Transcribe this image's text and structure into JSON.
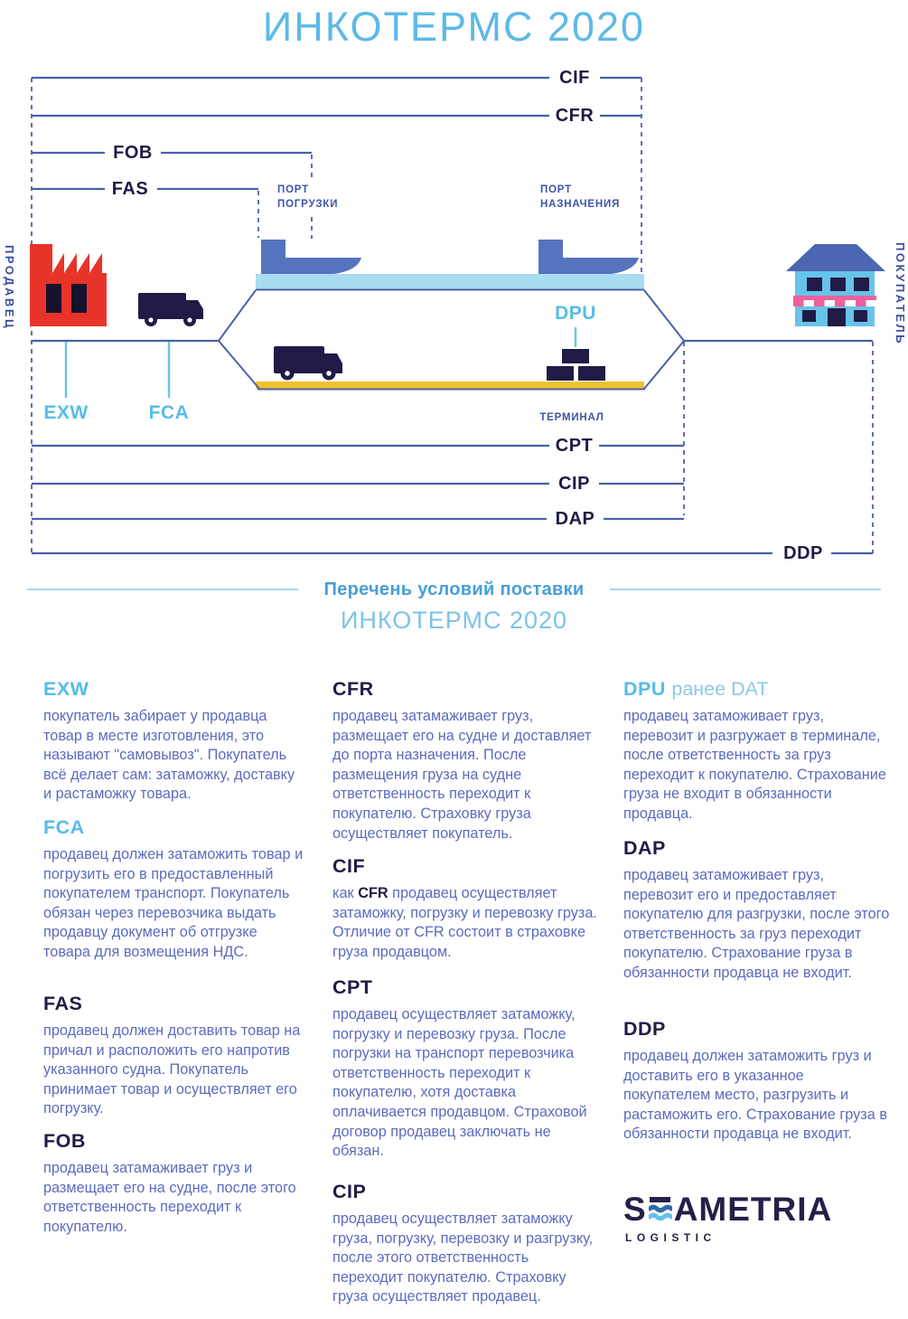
{
  "title": "ИНКОТЕРМС 2020",
  "diagram": {
    "seller": "ПРОДАВЕЦ",
    "buyer": "ПОКУПАТЕЛЬ",
    "port_loading_line1": "ПОРТ",
    "port_loading_line2": "ПОГРУЗКИ",
    "port_destination_line1": "ПОРТ",
    "port_destination_line2": "НАЗНАЧЕНИЯ",
    "terminal": "ТЕРМИНАЛ",
    "cif": "CIF",
    "cfr": "CFR",
    "fob": "FOB",
    "fas": "FAS",
    "exw": "EXW",
    "fca": "FCA",
    "dpu": "DPU",
    "cpt": "CPT",
    "cip": "CIP",
    "dap": "DAP",
    "ddp": "DDP"
  },
  "section": {
    "divider": "Перечень условий поставки",
    "subtitle": "ИНКОТЕРМС 2020"
  },
  "entries": {
    "exw": {
      "term": "EXW",
      "body": "покупатель забирает у продавца товар в месте изготовления, это называют \"самовывоз\". Покупатель всё делает сам: затаможку, доставку и растаможку товара."
    },
    "fca": {
      "term": "FCA",
      "body": "продавец должен затаможить товар и погрузить его в предоставленный покупателем транспорт. Покупатель обязан через перевозчика выдать продавцу документ об отгрузке товара для возмещения НДС."
    },
    "fas": {
      "term": "FAS",
      "body": "продавец должен доставить товар на причал и расположить его напротив указанного судна. Покупатель принимает товар и осуществляет его погрузку."
    },
    "fob": {
      "term": "FOB",
      "body": "продавец затамаживает груз и размещает его на судне, после этого ответственность переходит к покупателю."
    },
    "cfr": {
      "term": "CFR",
      "body": "продавец затамаживает груз, размещает его на судне и доставляет до порта назначения. После размещения груза на судне ответственность переходит к покупателю. Страховку груза осуществляет покупатель."
    },
    "cif": {
      "term": "CIF",
      "body_pre": "как ",
      "body_bold": "CFR",
      "body_rest": " продавец осуществляет затаможку, погрузку и перевозку груза. Отличие от CFR состоит в страховке груза продавцом."
    },
    "cpt": {
      "term": "CPT",
      "body": "продавец осуществляет затаможку, погрузку и перевозку груза. После погрузки на транспорт перевозчика ответственность переходит к покупателю, хотя доставка оплачивается продавцом. Страховой договор продавец заключать не обязан."
    },
    "cip": {
      "term": "CIP",
      "body": "продавец осуществляет затаможку груза, погрузку, перевозку и разгрузку, после этого ответственность переходит покупателю. Страховку груза осуществляет продавец."
    },
    "dpu": {
      "term": "DPU",
      "term_suffix": "ранее DAT",
      "body": "продавец затаможивает груз, перевозит и разгружает в терминале, после ответственность за груз переходит к покупателю. Страхование груза не входит в обязанности продавца."
    },
    "dap": {
      "term": "DAP",
      "body": "продавец затаможивает груз, перевозит его и предоставляет покупателю для разгрузки, после этого ответственность за груз переходит покупателю. Страхование груза в обязанности продавца не входит."
    },
    "ddp": {
      "term": "DDP",
      "body": "продавец должен затаможить груз и доставить его в указанное покупателем место, разгрузить и растаможить его. Страхование груза в обязанности продавца не входит."
    }
  },
  "logo": {
    "brand_start": "S",
    "brand_end": "AMETRIA",
    "tagline": "LOGISTIC"
  },
  "colors": {
    "accent_light_blue": "#56bde8",
    "navy": "#1e1a45",
    "line_blue": "#4a60ab",
    "body_text": "#5b6bbd",
    "sea_bar": "#a8dcf2",
    "terminal_yellow": "#f2c12e",
    "factory_red": "#e8332a",
    "ship_blue": "#5673bd",
    "divider_blue": "#479fd6"
  }
}
